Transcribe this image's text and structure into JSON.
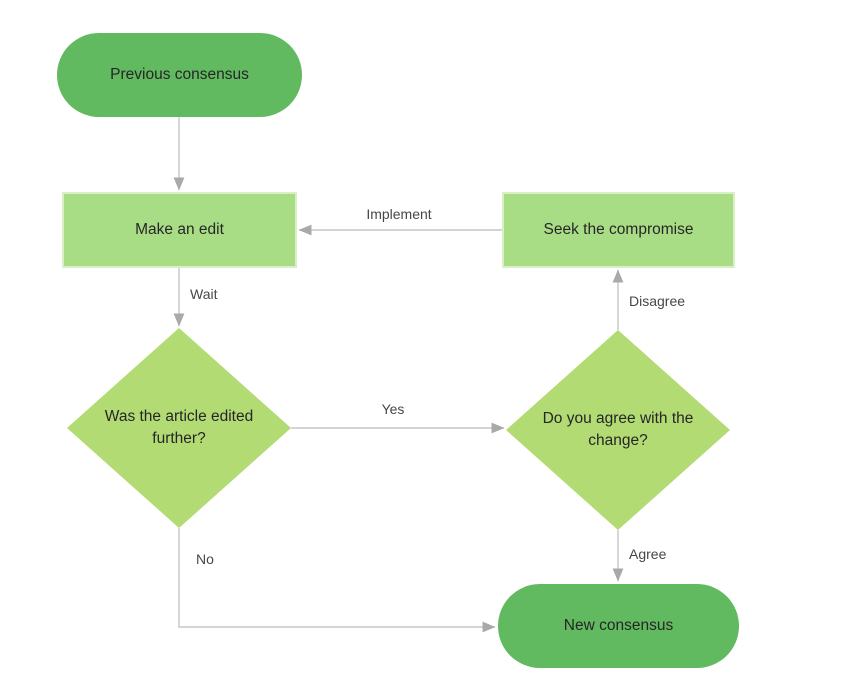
{
  "nodes": {
    "previous_consensus": {
      "label": "Previous consensus"
    },
    "make_an_edit": {
      "label": "Make an edit"
    },
    "seek_the_compromise": {
      "label": "Seek the compromise"
    },
    "was_the_article_edited_further": {
      "label": "Was the article edited further?"
    },
    "do_you_agree_with_the_change": {
      "label": "Do you agree with the change?"
    },
    "new_consensus": {
      "label": "New consensus"
    }
  },
  "edges": {
    "implement": {
      "label": "Implement"
    },
    "wait": {
      "label": "Wait"
    },
    "yes": {
      "label": "Yes"
    },
    "no": {
      "label": "No"
    },
    "disagree": {
      "label": "Disagree"
    },
    "agree": {
      "label": "Agree"
    }
  },
  "colors": {
    "terminator_fill": "#61b960",
    "process_fill": "#a8dd86",
    "process_border": "#d9efc6",
    "decision_fill": "#b2db74",
    "connector": "#c6c6c6",
    "arrowhead": "#a9a9a9",
    "node_text": "#262626",
    "label_text": "#474747"
  }
}
